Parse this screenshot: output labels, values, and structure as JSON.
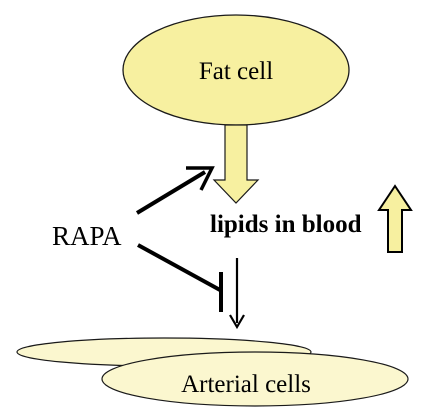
{
  "diagram": {
    "nodes": {
      "fat_cell": {
        "label": "Fat cell",
        "fill": "#f7f0a0",
        "stroke": "#1a1a1a"
      },
      "lipids": {
        "label": "lipids in blood"
      },
      "rapa": {
        "label": "RAPA"
      },
      "arterial_cells": {
        "label": "Arterial cells",
        "fill": "#fbf7cf",
        "stroke": "#1a1a1a"
      }
    },
    "edges": [
      {
        "from": "fat_cell",
        "to": "lipids",
        "kind": "block-arrow-down"
      },
      {
        "from": "rapa",
        "to": "fat_cell_flow",
        "kind": "activation"
      },
      {
        "from": "rapa",
        "to": "lipids_to_arterial",
        "kind": "inhibition"
      },
      {
        "from": "lipids",
        "to": "arterial_cells",
        "kind": "arrow"
      }
    ],
    "indicators": {
      "lipids_trend": {
        "direction": "up",
        "fill": "#f7f0a0"
      }
    },
    "colors": {
      "line": "#000000",
      "block_arrow": "#f7f0a0"
    }
  }
}
